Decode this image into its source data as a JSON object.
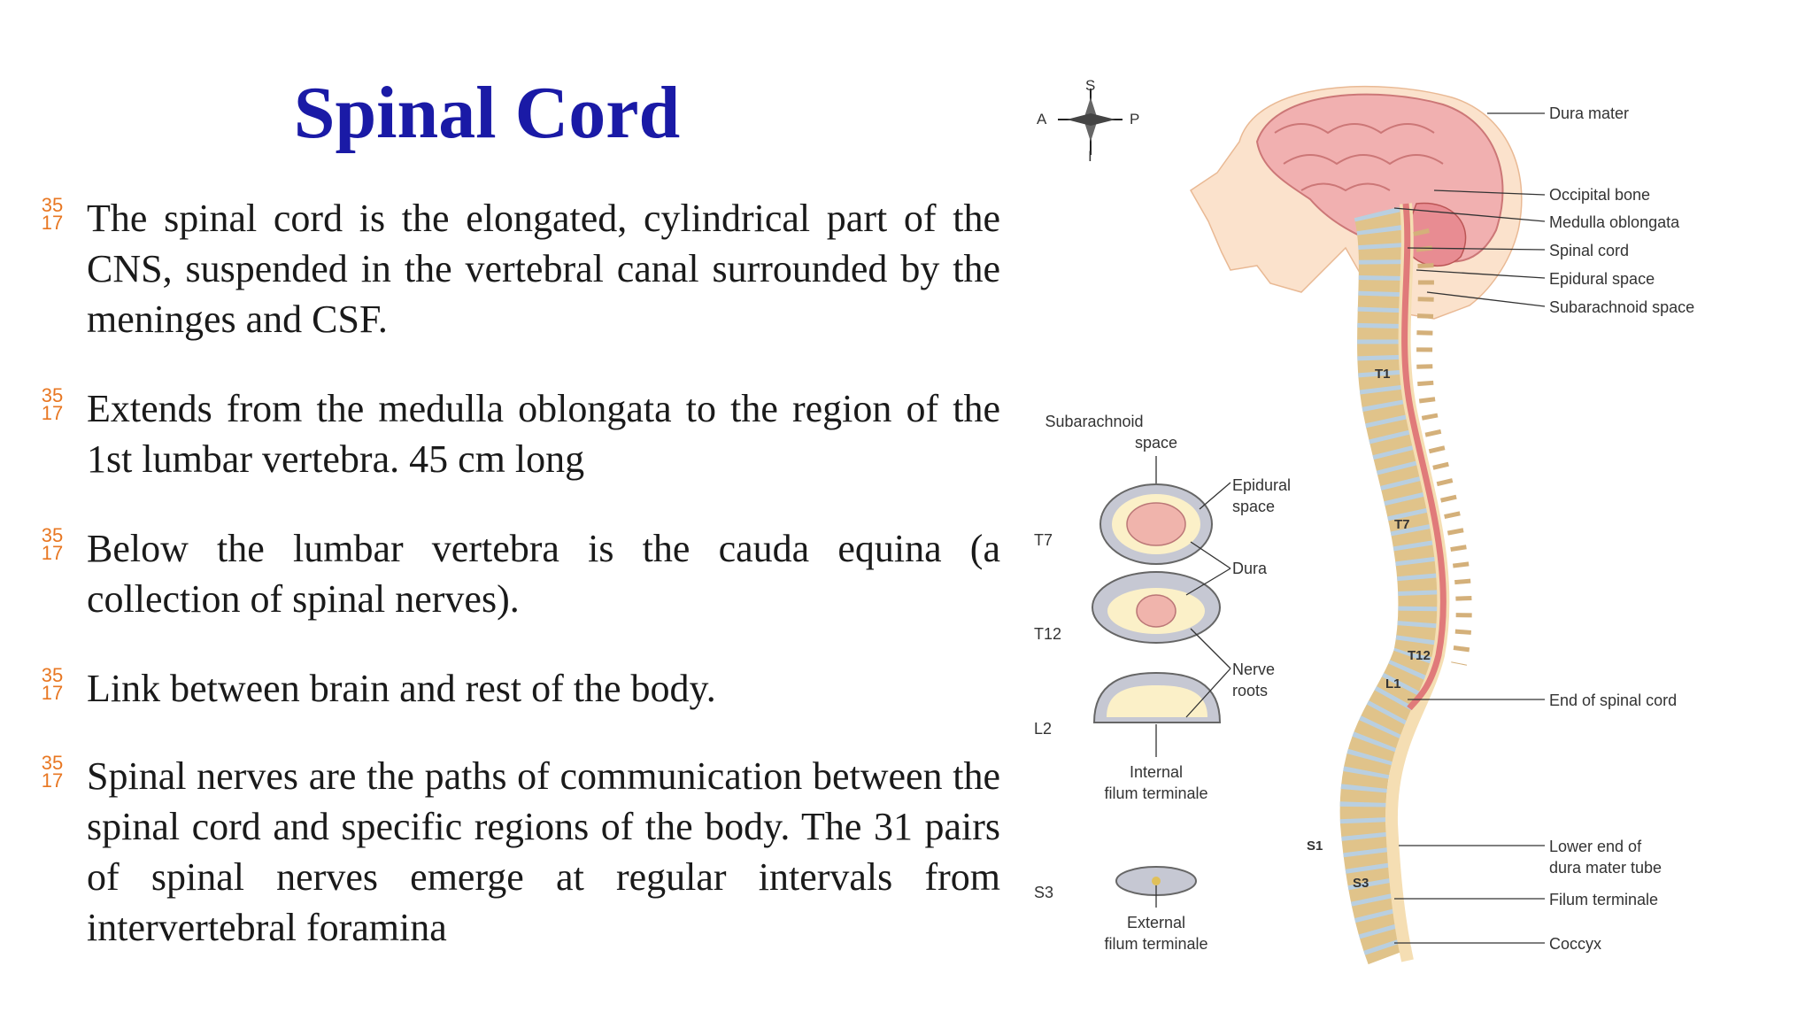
{
  "slide": {
    "title": "Spinal Cord",
    "bullet_marker": {
      "top": "35",
      "bottom": "17",
      "color": "#e87722"
    },
    "bullets": [
      "The spinal cord is the elongated, cylindrical part of the CNS, suspended in the vertebral canal surrounded by the meninges and CSF.",
      "Extends from the medulla oblongata to the region of the 1st lumbar vertebra. 45 cm long",
      "Below the lumbar vertebra is the cauda equina (a collection of spinal nerves).",
      "Link between brain and rest of the body.",
      "Spinal nerves are the paths of communication between the spinal cord and specific regions of the body. The 31 pairs of spinal nerves emerge at regular intervals from intervertebral foramina"
    ],
    "title_color": "#1a1aa6"
  },
  "diagram": {
    "compass": {
      "s": "S",
      "a": "A",
      "p": "P",
      "i": "I"
    },
    "right_labels": {
      "dura_mater": "Dura mater",
      "occipital_bone": "Occipital bone",
      "medulla_oblongata": "Medulla oblongata",
      "spinal_cord": "Spinal cord",
      "epidural_space": "Epidural space",
      "subarachnoid_space": "Subarachnoid space",
      "end_of_spinal_cord": "End of spinal cord",
      "lower_end_1": "Lower end of",
      "lower_end_2": "dura mater tube",
      "filum_terminale": "Filum terminale",
      "coccyx": "Coccyx"
    },
    "vertebra_labels": {
      "t1": "T1",
      "t7": "T7",
      "t12": "T12",
      "l1": "L1",
      "s1": "S1",
      "s3": "S3"
    },
    "section_labels": {
      "subarachnoid_1": "Subarachnoid",
      "subarachnoid_2": "space",
      "epidural_1": "Epidural",
      "epidural_2": "space",
      "dura": "Dura",
      "nerve_1": "Nerve",
      "nerve_2": "roots",
      "internal_1": "Internal",
      "internal_2": "filum terminale",
      "external_1": "External",
      "external_2": "filum terminale",
      "t7": "T7",
      "t12": "T12",
      "l2": "L2",
      "s3": "S3"
    }
  }
}
